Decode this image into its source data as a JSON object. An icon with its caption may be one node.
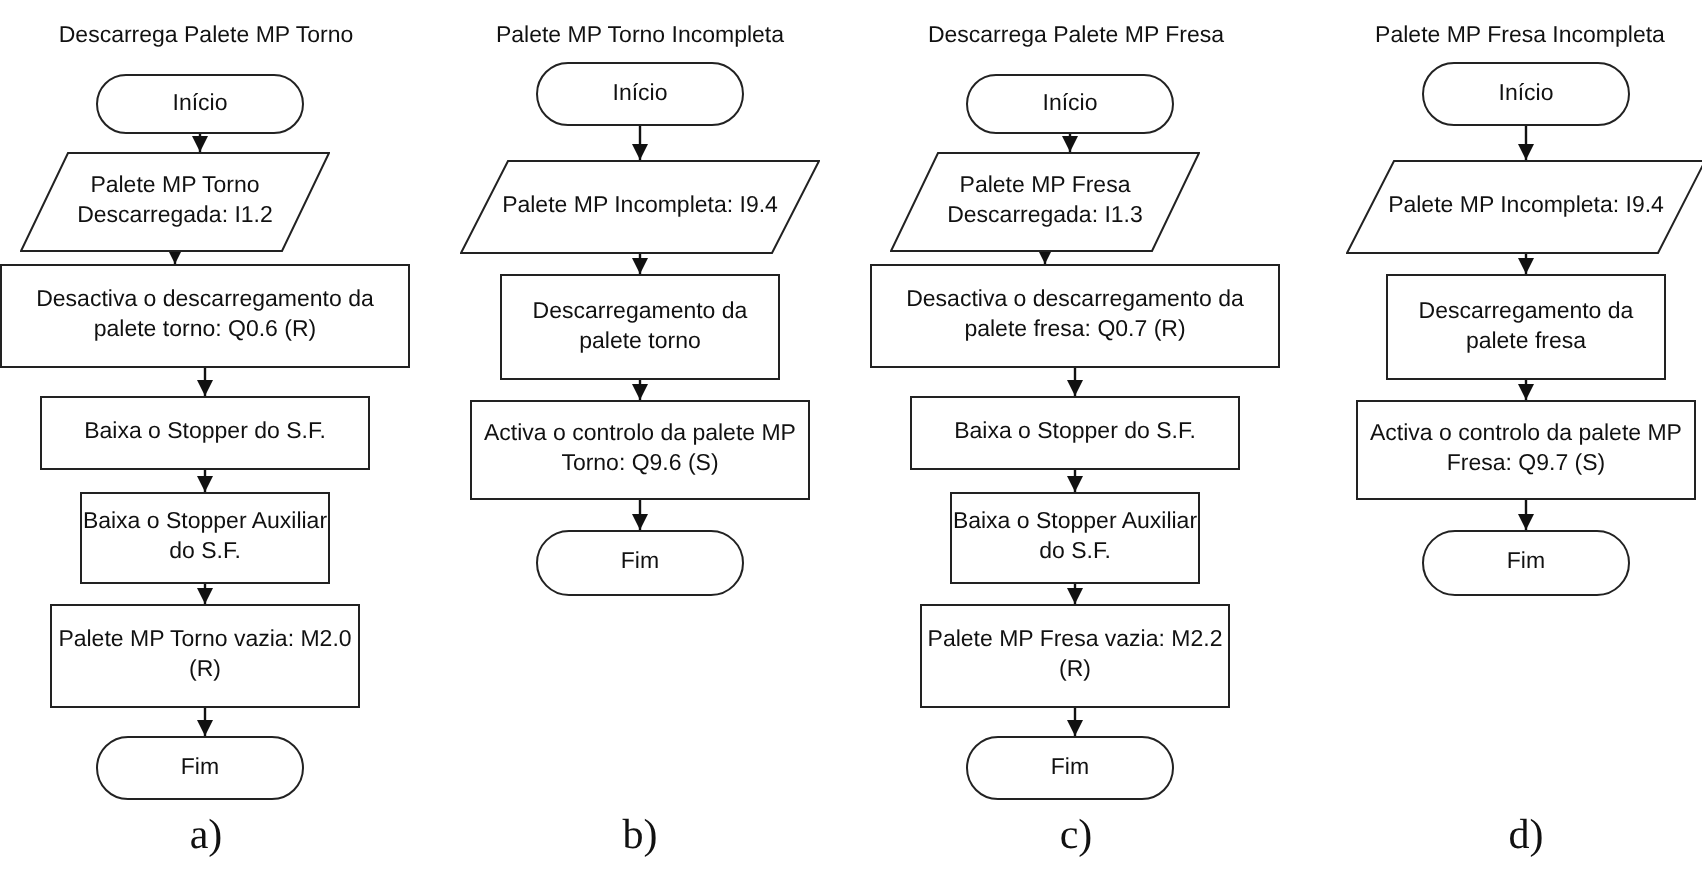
{
  "diagram": {
    "nodes": [
      {
        "text": [
          "Início"
        ]
      },
      {
        "text": [
          "Palete MP Torno Descarregada: I1.2"
        ]
      },
      {
        "text": [
          "Desactiva o descarregamento da palete torno: Q0.6 (R)"
        ]
      },
      {
        "text": [
          "Baixa o Stopper do S.F."
        ]
      },
      {
        "text": [
          "Baixa o Stopper Auxiliar do S.F."
        ]
      },
      {
        "text": [
          "Palete MP Torno vazia: M2.0 (R)"
        ]
      },
      {
        "text": [
          "Fim"
        ]
      },
      {
        "text": [
          "Início"
        ]
      },
      {
        "text": [
          "Palete MP Incompleta: I9.4"
        ]
      },
      {
        "text": [
          "Descarregamento da palete torno"
        ]
      },
      {
        "text": [
          "Activa o controlo da palete MP Torno: Q9.6 (S)"
        ]
      },
      {
        "text": [
          "Fim"
        ]
      },
      {
        "text": [
          "Início"
        ]
      },
      {
        "text": [
          "Palete MP Fresa Descarregada: I1.3"
        ]
      },
      {
        "text": [
          "Desactiva o descarregamento da palete fresa: Q0.7 (R)"
        ]
      },
      {
        "text": [
          "Baixa o Stopper do S.F."
        ]
      },
      {
        "text": [
          "Baixa o Stopper Auxiliar do S.F."
        ]
      },
      {
        "text": [
          "Palete MP Fresa vazia: M2.2 (R)"
        ]
      },
      {
        "text": [
          "Fim"
        ]
      },
      {
        "text": [
          "Início"
        ]
      },
      {
        "text": [
          "Palete MP Incompleta: I9.4"
        ]
      },
      {
        "text": [
          "Descarregamento da palete fresa"
        ]
      },
      {
        "text": [
          "Activa o controlo da palete MP Fresa: Q9.7 (S)"
        ]
      },
      {
        "text": [
          "Fim"
        ]
      }
    ],
    "edges": [
      {
        "from": 0,
        "to": 1,
        "arrow": "to"
      },
      {
        "from": 1,
        "to": 2,
        "arrow": "to"
      },
      {
        "from": 2,
        "to": 3,
        "arrow": "to"
      },
      {
        "from": 3,
        "to": 4,
        "arrow": "to"
      },
      {
        "from": 4,
        "to": 5,
        "arrow": "to"
      },
      {
        "from": 5,
        "to": 6,
        "arrow": "to"
      },
      {
        "from": 7,
        "to": 8,
        "arrow": "to"
      },
      {
        "from": 8,
        "to": 9,
        "arrow": "to"
      },
      {
        "from": 9,
        "to": 10,
        "arrow": "to"
      },
      {
        "from": 10,
        "to": 11,
        "arrow": "to"
      },
      {
        "from": 12,
        "to": 13,
        "arrow": "to"
      },
      {
        "from": 13,
        "to": 14,
        "arrow": "to"
      },
      {
        "from": 14,
        "to": 15,
        "arrow": "to"
      },
      {
        "from": 15,
        "to": 16,
        "arrow": "to"
      },
      {
        "from": 16,
        "to": 17,
        "arrow": "to"
      },
      {
        "from": 17,
        "to": 18,
        "arrow": "to"
      },
      {
        "from": 19,
        "to": 20,
        "arrow": "to"
      },
      {
        "from": 20,
        "to": 21,
        "arrow": "to"
      },
      {
        "from": 21,
        "to": 22,
        "arrow": "to"
      },
      {
        "from": 22,
        "to": 23,
        "arrow": "to"
      }
    ],
    "labels": [
      "Descarrega Palete MP Torno",
      "Palete MP Torno Incompleta",
      "Descarrega Palete MP Fresa",
      "Palete MP Fresa Incompleta",
      "a)",
      "b)",
      "c)",
      "d)"
    ]
  }
}
